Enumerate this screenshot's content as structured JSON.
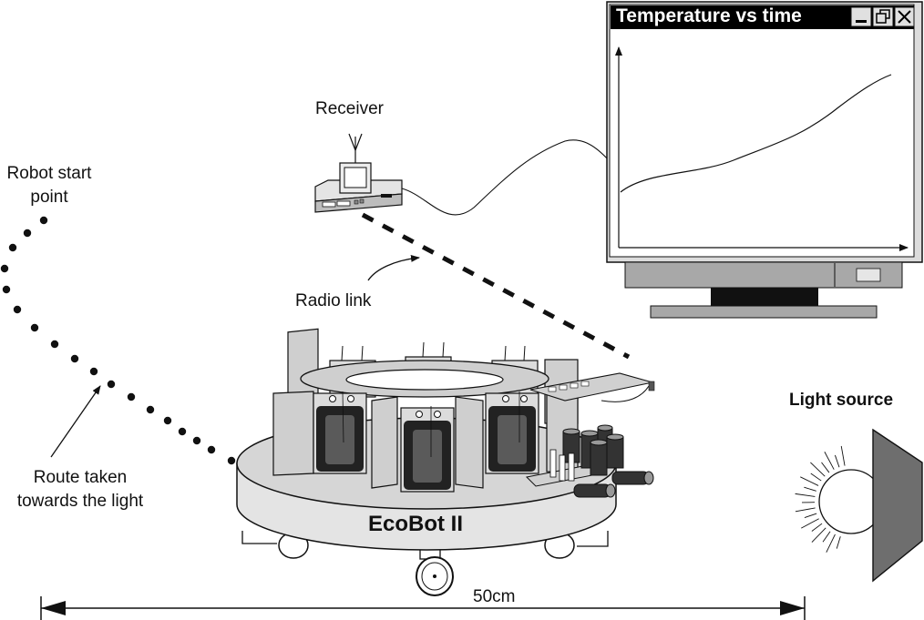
{
  "labels": {
    "robot_start_line1": "Robot start",
    "robot_start_line2": "point",
    "route_line1": "Route taken",
    "route_line2": "towards the light",
    "receiver": "Receiver",
    "radio_link": "Radio link",
    "light_source": "Light source",
    "robot_name": "EcoBot II",
    "distance": "50cm"
  },
  "monitor_window": {
    "title": "Temperature vs time",
    "buttons": [
      "minimize-icon",
      "restore-icon",
      "close-icon"
    ]
  }
}
